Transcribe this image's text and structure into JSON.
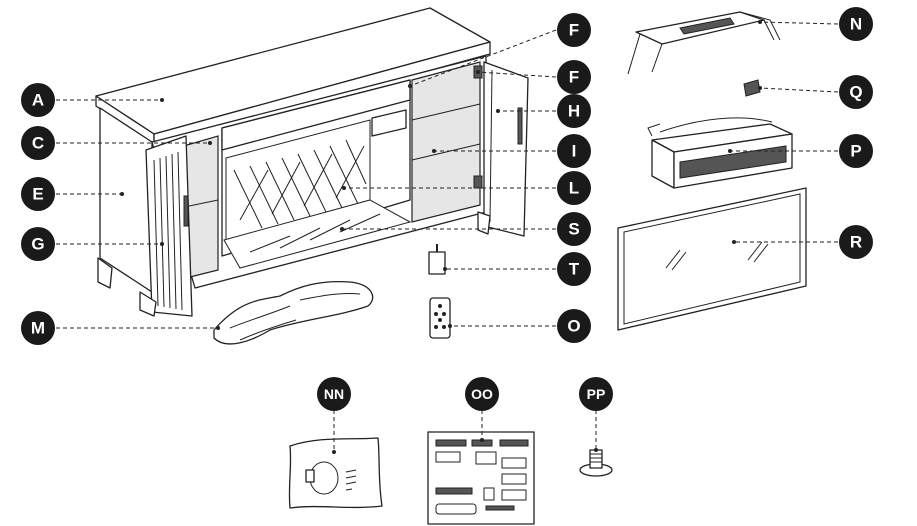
{
  "diagram": {
    "labels": [
      {
        "id": "A",
        "text": "A"
      },
      {
        "id": "C",
        "text": "C"
      },
      {
        "id": "E",
        "text": "E"
      },
      {
        "id": "G",
        "text": "G"
      },
      {
        "id": "M",
        "text": "M"
      },
      {
        "id": "F1",
        "text": "F"
      },
      {
        "id": "F2",
        "text": "F"
      },
      {
        "id": "H",
        "text": "H"
      },
      {
        "id": "I",
        "text": "I"
      },
      {
        "id": "L",
        "text": "L"
      },
      {
        "id": "S",
        "text": "S"
      },
      {
        "id": "T",
        "text": "T"
      },
      {
        "id": "O",
        "text": "O"
      },
      {
        "id": "N",
        "text": "N"
      },
      {
        "id": "Q",
        "text": "Q"
      },
      {
        "id": "P",
        "text": "P"
      },
      {
        "id": "R",
        "text": "R"
      },
      {
        "id": "NN",
        "text": "NN"
      },
      {
        "id": "OO",
        "text": "OO"
      },
      {
        "id": "PP",
        "text": "PP"
      }
    ]
  }
}
